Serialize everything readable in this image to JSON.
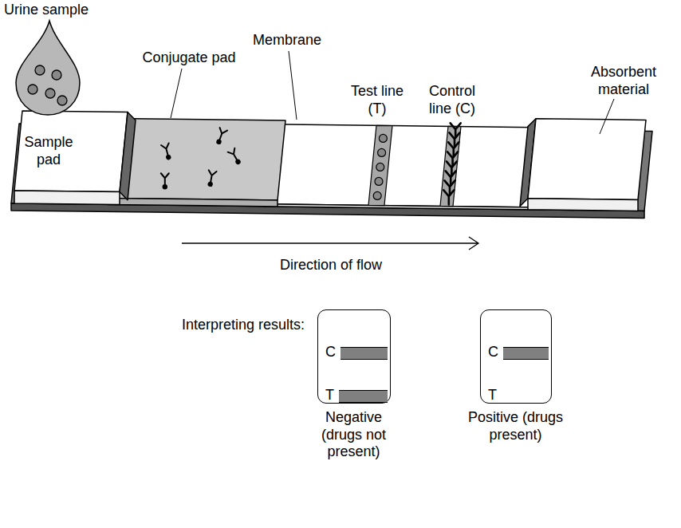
{
  "diagram": {
    "nodes": [
      {
        "text": [
          "C",
          "T",
          "Negative (drugs not present)"
        ]
      },
      {
        "text": [
          "C",
          "T",
          "Positive (drugs present)"
        ]
      }
    ],
    "edges": [],
    "labels": [
      "Urine sample",
      "Conjugate pad",
      "Membrane",
      "Test line (T)",
      "Control line (C)",
      "Absorbent material",
      "Sample pad",
      "Direction of flow",
      "Interpreting results:"
    ]
  }
}
